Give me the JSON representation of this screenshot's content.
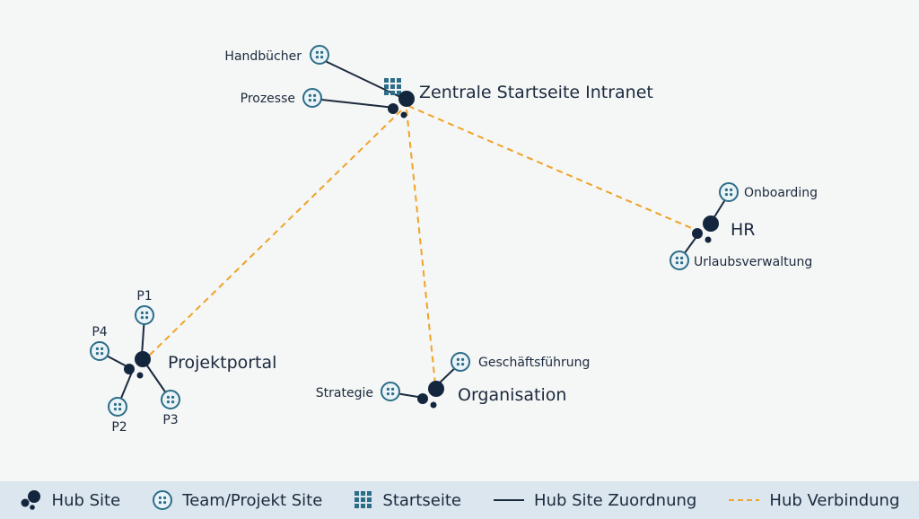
{
  "colors": {
    "hub": "#13263e",
    "site": "#2c6d87",
    "site_bg": "#eaf3f7",
    "hub_line": "#1b2a3d",
    "connection": "#f0a326",
    "legend_bg": "#dbe6ee"
  },
  "hubs": {
    "intranet": {
      "label": "Zentrale Startseite Intranet",
      "icon": "grid-icon"
    },
    "hr": {
      "label": "HR"
    },
    "projektportal": {
      "label": "Projektportal"
    },
    "organisation": {
      "label": "Organisation"
    }
  },
  "sites": {
    "handbuecher": "Handbücher",
    "prozesse": "Prozesse",
    "onboarding": "Onboarding",
    "urlaubsverwaltung": "Urlaubsverwaltung",
    "p1": "P1",
    "p2": "P2",
    "p3": "P3",
    "p4": "P4",
    "geschaeftsfuehrung": "Geschäftsführung",
    "strategie": "Strategie"
  },
  "legend": {
    "hub_site": "Hub Site",
    "team_site": "Team/Projekt Site",
    "startseite": "Startseite",
    "hub_assignment": "Hub Site Zuordnung",
    "hub_connection": "Hub Verbindung"
  }
}
